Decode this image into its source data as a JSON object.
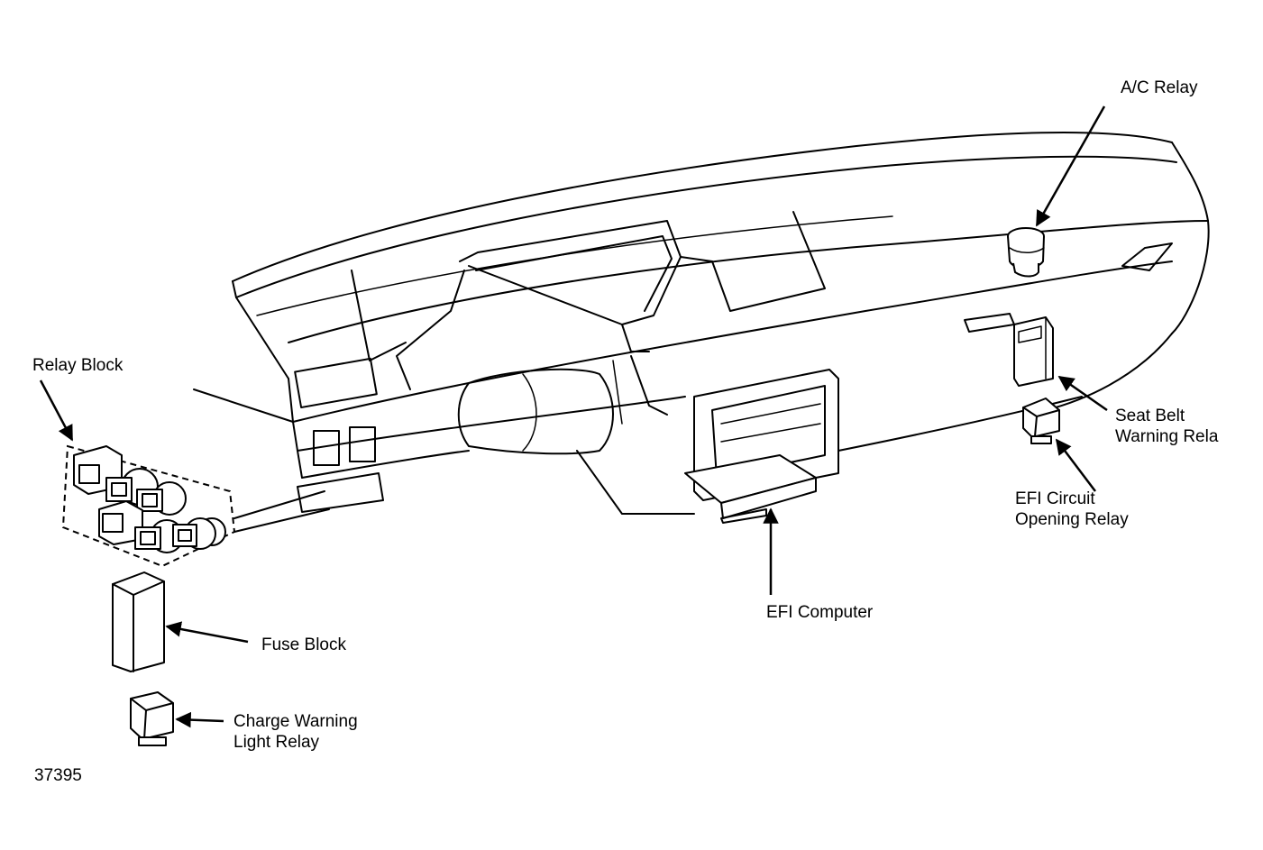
{
  "labels": {
    "ac_relay": "A/C Relay",
    "relay_block": "Relay Block",
    "seat_belt_line1": "Seat Belt",
    "seat_belt_line2": "Warning Rela",
    "efi_circuit_line1": "EFI Circuit",
    "efi_circuit_line2": "Opening Relay",
    "efi_computer": "EFI Computer",
    "fuse_block": "Fuse Block",
    "charge_warning_line1": "Charge Warning",
    "charge_warning_line2": "Light Relay",
    "figure_number": "37395"
  },
  "colors": {
    "ink": "#000000",
    "paper": "#ffffff"
  }
}
